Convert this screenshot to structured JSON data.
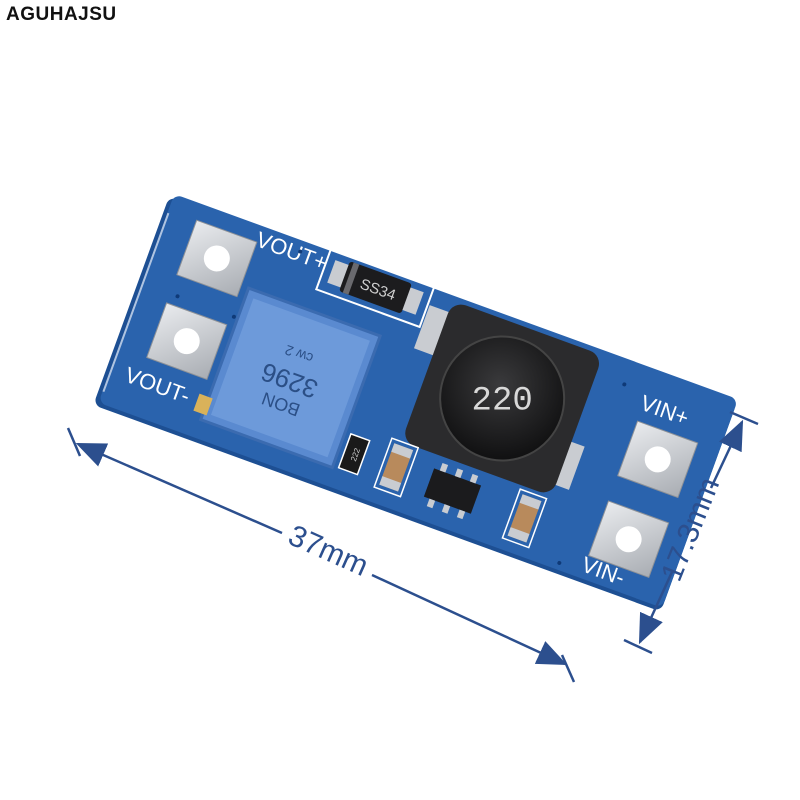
{
  "brand": "AGUHAJSU",
  "board": {
    "label_vout_plus": "VOUT+",
    "label_vout_minus": "VOUT-",
    "label_vin_plus": "VIN+",
    "label_vin_minus": "VIN-",
    "diode_marking": "SS34",
    "inductor_marking": "220",
    "pot_marking_line1": "BON",
    "pot_marking_line2": "3296",
    "pot_marking_line3": "cw 2",
    "resistor_marking": "222",
    "colors": {
      "pcb": "#2a63ad",
      "pcb_edge": "#1d4f93",
      "pad": "#cfd2d6",
      "dimension": "#2c4f8e"
    }
  },
  "dimensions": {
    "length": "37mm",
    "width": "17.3mm"
  }
}
